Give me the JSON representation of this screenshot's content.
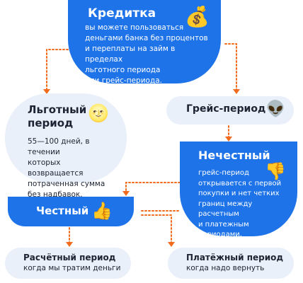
{
  "nodes": {
    "credit": {
      "title": "Кредитка",
      "description": "вы можете пользоваться\nденьгами банка без процентов\nи переплаты на займ в пределах\nльготного периода\nили грейс-периода.",
      "emoji": "💰"
    },
    "grace": {
      "title": "Льготный\nпериод",
      "description": "55—100 дней, в течении\nкоторых возвращается\nпотраченная сумма\nбез надбавок.",
      "emoji": "🌝"
    },
    "grace_period": {
      "title": "Грейс-период",
      "emoji": "👽"
    },
    "dishonest": {
      "title": "Нечестный",
      "description": "грейс-период\nоткрывается с первой\nпокупки и нет четких\nграниц между расчетным\nи платежным периодами.",
      "emoji": "👎"
    },
    "honest": {
      "title": "Честный",
      "emoji": "👍"
    },
    "billing": {
      "title": "Расчётный период",
      "description": "когда мы тратим деньги"
    },
    "payment": {
      "title": "Платёжный период",
      "description": "когда надо вернуть"
    }
  },
  "colors": {
    "primary_blue": "#1e73e8",
    "pale_blue": "#e9f0f9",
    "connector_orange": "#f26b1d",
    "dark_text": "#1d2433"
  }
}
